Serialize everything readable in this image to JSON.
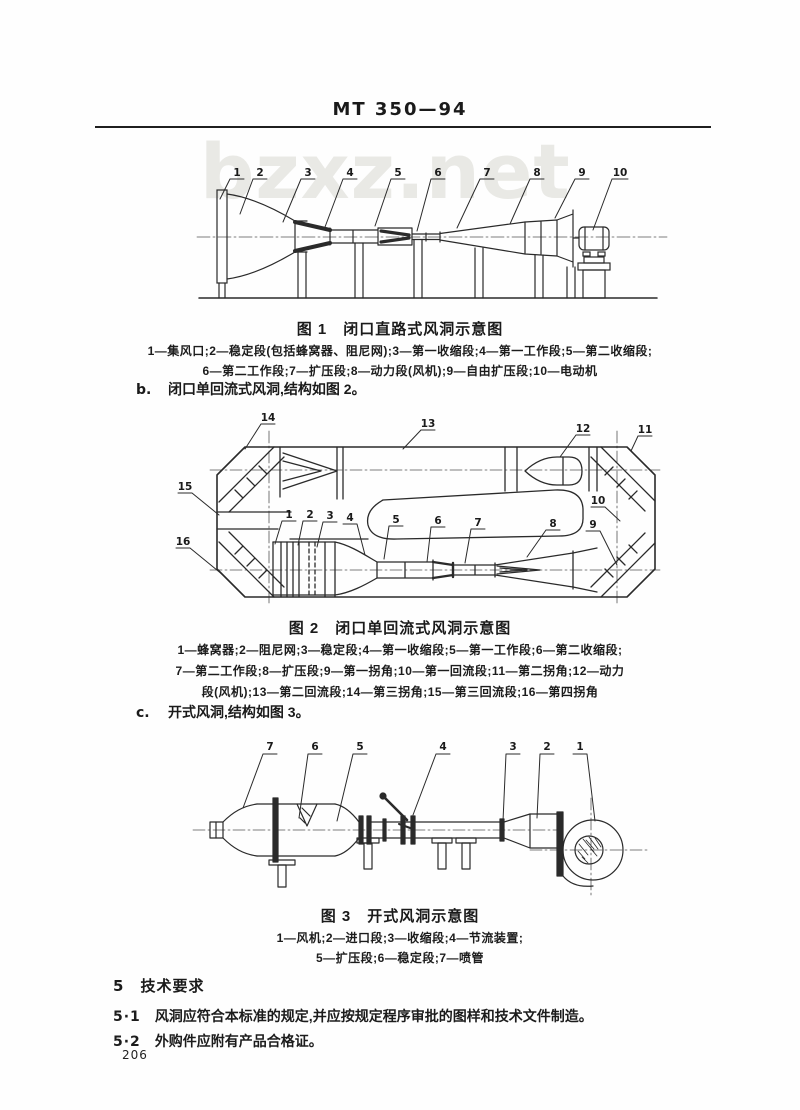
{
  "page": {
    "header": "MT 350—94",
    "watermark": "bzxz.net",
    "page_number": "206"
  },
  "figure1": {
    "labels": [
      "1",
      "2",
      "3",
      "4",
      "5",
      "6",
      "7",
      "8",
      "9",
      "10"
    ],
    "caption": "图 1　闭口直路式风洞示意图",
    "legend_lines": [
      "1—集风口;2—稳定段(包括蜂窝器、阻尼网);3—第一收缩段;4—第一工作段;5—第二收缩段;",
      "6—第二工作段;7—扩压段;8—动力段(风机);9—自由扩压段;10—电动机"
    ]
  },
  "item_b": {
    "marker": "b.",
    "text": "闭口单回流式风洞,结构如图 2。"
  },
  "figure2": {
    "labels": [
      "1",
      "2",
      "3",
      "4",
      "5",
      "6",
      "7",
      "8",
      "9",
      "10",
      "11",
      "12",
      "13",
      "14",
      "15",
      "16"
    ],
    "caption": "图 2　闭口单回流式风洞示意图",
    "legend_lines": [
      "1—蜂窝器;2—阻尼网;3—稳定段;4—第一收缩段;5—第一工作段;6—第二收缩段;",
      "7—第二工作段;8—扩压段;9—第一拐角;10—第一回流段;11—第二拐角;12—动力",
      "段(风机);13—第二回流段;14—第三拐角;15—第三回流段;16—第四拐角"
    ]
  },
  "item_c": {
    "marker": "c.",
    "text": "开式风洞,结构如图 3。"
  },
  "figure3": {
    "labels": [
      "1",
      "2",
      "3",
      "4",
      "5",
      "6",
      "7"
    ],
    "caption": "图 3　开式风洞示意图",
    "legend_lines": [
      "1—风机;2—进口段;3—收缩段;4—节流装置;",
      "5—扩压段;6—稳定段;7—喷管"
    ]
  },
  "section5": {
    "number": "5",
    "heading": "技术要求",
    "clauses": [
      {
        "number": "5·1",
        "text": "风洞应符合本标准的规定,并应按规定程序审批的图样和技术文件制造。"
      },
      {
        "number": "5·2",
        "text": "外购件应附有产品合格证。"
      }
    ]
  }
}
